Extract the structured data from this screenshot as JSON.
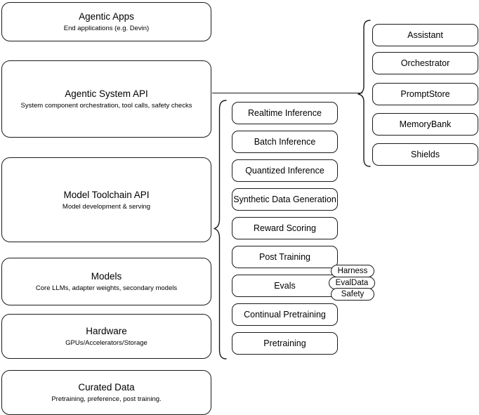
{
  "diagram": {
    "title": "Agentic system stack architecture",
    "stroke_color": "#1a1a1a",
    "background_color": "#ffffff",
    "left_stack": [
      {
        "id": "agentic-apps",
        "title": "Agentic Apps",
        "subtitle": "End applications (e.g. Devin)"
      },
      {
        "id": "agentic-system-api",
        "title": "Agentic System API",
        "subtitle": "System component orchestration, tool calls, safety checks"
      },
      {
        "id": "model-toolchain-api",
        "title": "Model Toolchain API",
        "subtitle": "Model development & serving"
      },
      {
        "id": "models",
        "title": "Models",
        "subtitle": "Core LLMs, adapter weights, secondary models"
      },
      {
        "id": "hardware",
        "title": "Hardware",
        "subtitle": "GPUs/Accelerators/Storage"
      },
      {
        "id": "curated-data",
        "title": "Curated Data",
        "subtitle": "Pretraining, preference, post training."
      }
    ],
    "toolchain_components": [
      {
        "id": "realtime-inference",
        "label": "Realtime Inference"
      },
      {
        "id": "batch-inference",
        "label": "Batch Inference"
      },
      {
        "id": "quantized-inference",
        "label": "Quantized Inference"
      },
      {
        "id": "synthetic-data-generation",
        "label": "Synthetic Data Generation"
      },
      {
        "id": "reward-scoring",
        "label": "Reward Scoring"
      },
      {
        "id": "post-training",
        "label": "Post Training"
      },
      {
        "id": "evals",
        "label": "Evals"
      },
      {
        "id": "continual-pretraining",
        "label": "Continual Pretraining"
      },
      {
        "id": "pretraining",
        "label": "Pretraining"
      }
    ],
    "agentic_components": [
      {
        "id": "assistant",
        "label": "Assistant"
      },
      {
        "id": "orchestrator",
        "label": "Orchestrator"
      },
      {
        "id": "promptstore",
        "label": "PromptStore"
      },
      {
        "id": "memorybank",
        "label": "MemoryBank"
      },
      {
        "id": "shields",
        "label": "Shields"
      }
    ],
    "eval_tags": [
      {
        "id": "harness",
        "label": "Harness"
      },
      {
        "id": "evaldata",
        "label": "EvalData"
      },
      {
        "id": "safety",
        "label": "Safety"
      }
    ]
  }
}
